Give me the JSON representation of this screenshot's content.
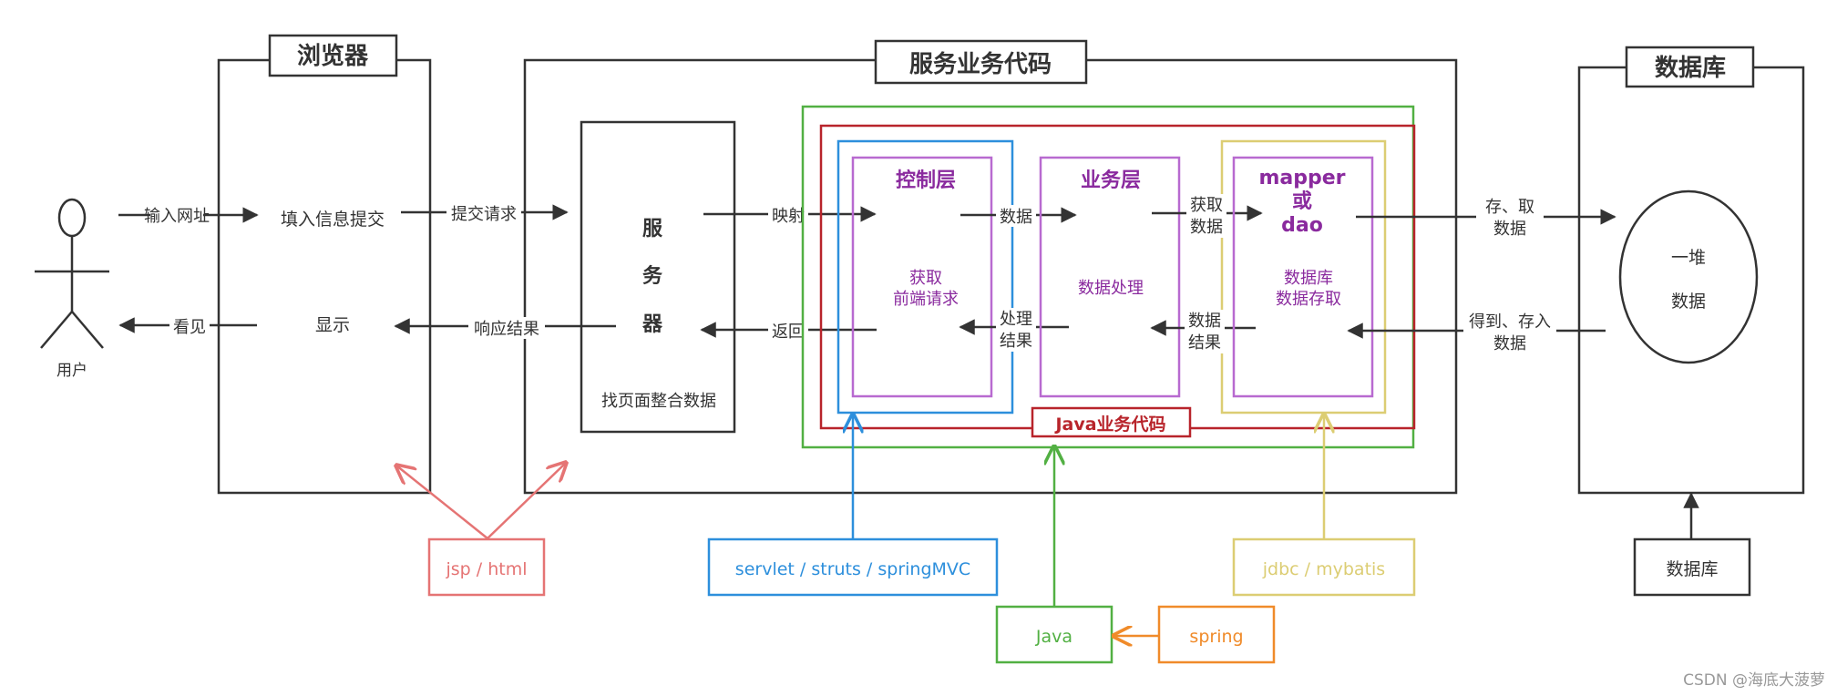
{
  "sections": {
    "browser": "浏览器",
    "service_code": "服务业务代码",
    "database": "数据库",
    "java_business": "Java业务代码"
  },
  "user": {
    "label": "用户"
  },
  "browser": {
    "submit_text": "填入信息提交",
    "display_text": "显示"
  },
  "server": {
    "char1": "服",
    "char2": "务",
    "char3": "器",
    "caption": "找页面整合数据"
  },
  "control_layer": {
    "title": "控制层",
    "line1": "获取",
    "line2": "前端请求"
  },
  "business_layer": {
    "title": "业务层",
    "body": "数据处理"
  },
  "mapper_layer": {
    "title1": "mapper",
    "title2": "或",
    "title3": "dao",
    "line1": "数据库",
    "line2": "数据存取"
  },
  "db_store": {
    "line1": "一堆",
    "line2": "数据"
  },
  "flow_labels": {
    "input_url": "输入网址",
    "see": "看见",
    "submit_request": "提交请求",
    "response_result": "响应结果",
    "mapping": "映射",
    "return": "返回",
    "data": "数据",
    "process_result_1": "处理",
    "process_result_2": "结果",
    "fetch_data_1": "获取",
    "fetch_data_2": "数据",
    "data_result_1": "数据",
    "data_result_2": "结果",
    "store_fetch_1": "存、取",
    "store_fetch_2": "数据",
    "get_store_1": "得到、存入",
    "get_store_2": "数据"
  },
  "tech": {
    "jsp_html": "jsp / html",
    "servlet": "servlet / struts / springMVC",
    "java": "Java",
    "spring": "spring",
    "jdbc": "jdbc / mybatis",
    "database": "数据库"
  },
  "watermark": "CSDN @海底大菠萝",
  "colors": {
    "dark": "#333333",
    "green": "#52b043",
    "red": "#b8242b",
    "blue": "#2d8fdc",
    "yellow": "#dccd73",
    "purple": "#b86ad0",
    "pink": "#e57474",
    "orange": "#f08b2a"
  }
}
